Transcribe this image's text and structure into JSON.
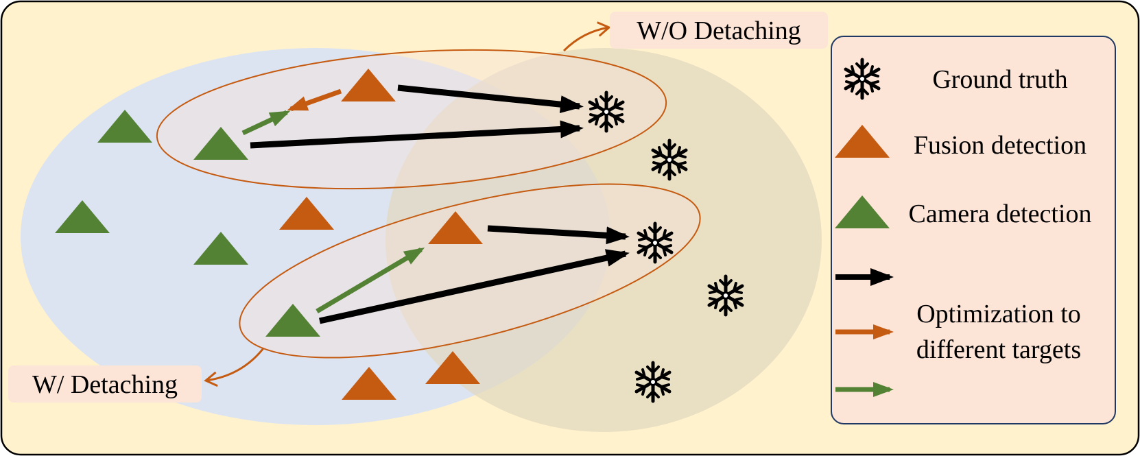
{
  "labels": {
    "wo_detaching": "W/O Detaching",
    "w_detaching": "W/ Detaching"
  },
  "legend": {
    "ground_truth": "Ground truth",
    "fusion_detection": "Fusion detection",
    "camera_detection": "Camera detection",
    "optimization_line1": "Optimization to",
    "optimization_line2": "different targets"
  },
  "colors": {
    "background": "#fff2cc",
    "blue_region": "#dae3f3",
    "tan_region": "#e6dcc4",
    "fusion": "#c55a11",
    "camera": "#548235",
    "truth": "#000000",
    "label_box": "#fce4d6",
    "legend_box": "#fce4d6"
  },
  "icons": {
    "ground_truth": "snowflake-icon",
    "fusion_detection": "triangle-icon",
    "camera_detection": "triangle-icon"
  }
}
